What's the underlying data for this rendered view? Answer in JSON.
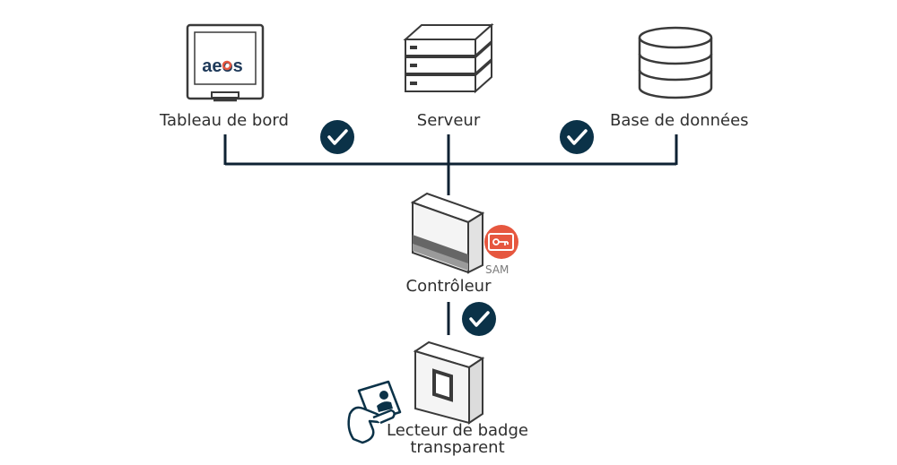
{
  "nodes": {
    "dashboard": {
      "label": "Tableau de bord",
      "screen_logo": "aeos"
    },
    "server": {
      "label": "Serveur"
    },
    "database": {
      "label": "Base de données"
    },
    "controller": {
      "label": "Contrôleur",
      "sam_label": "SAM"
    },
    "reader": {
      "label_line1": "Lecteur de badge",
      "label_line2": "transparent"
    }
  },
  "colors": {
    "line": "#0e2233",
    "check_badge": "#0b3248",
    "sam_badge": "#e6573f",
    "logo_text": "#1f3a5a",
    "logo_accent": "#e6573f",
    "device_stroke": "#3a3a3a",
    "device_fill": "#f4f4f4",
    "stripe": "#666666"
  },
  "icons": [
    "monitor-icon",
    "server-rack-icon",
    "database-icon",
    "controller-icon",
    "key-card-icon",
    "card-reader-icon",
    "hand-badge-icon",
    "checkmark-icon"
  ]
}
